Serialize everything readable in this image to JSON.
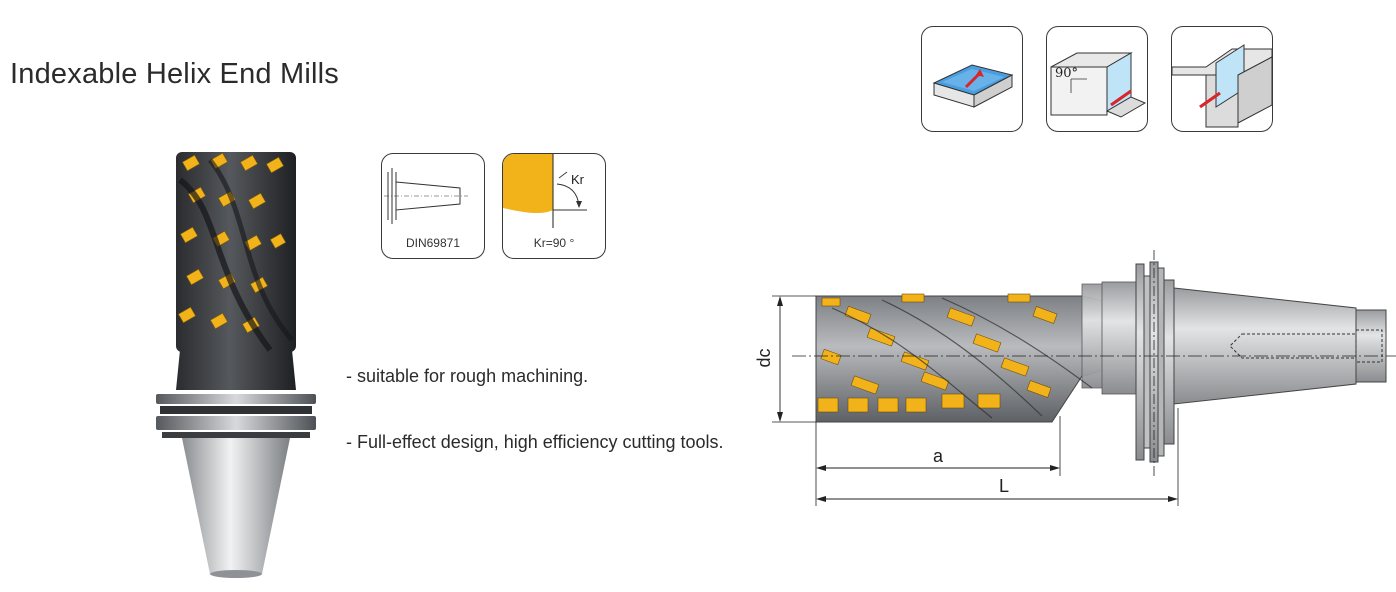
{
  "page": {
    "title": "Indexable Helix End Mills"
  },
  "spec_icons": {
    "shank_label": "DIN69871",
    "kr_label": "Kr=90 °",
    "kr_symbol": "Kr"
  },
  "operation_icons": {
    "shoulder_angle": "90°"
  },
  "features": [
    "-  suitable for rough machining.",
    "- Full-effect design, high efficiency cutting tools."
  ],
  "dimensions": {
    "dc": "dc",
    "a": "a",
    "L": "L"
  },
  "colors": {
    "insert_gold": "#f2b21a",
    "surface_blue": "#3a8fd8",
    "arrow_red": "#d9262b",
    "body_dark": "#3b3d40",
    "shank_silver": "#c8cacd"
  }
}
